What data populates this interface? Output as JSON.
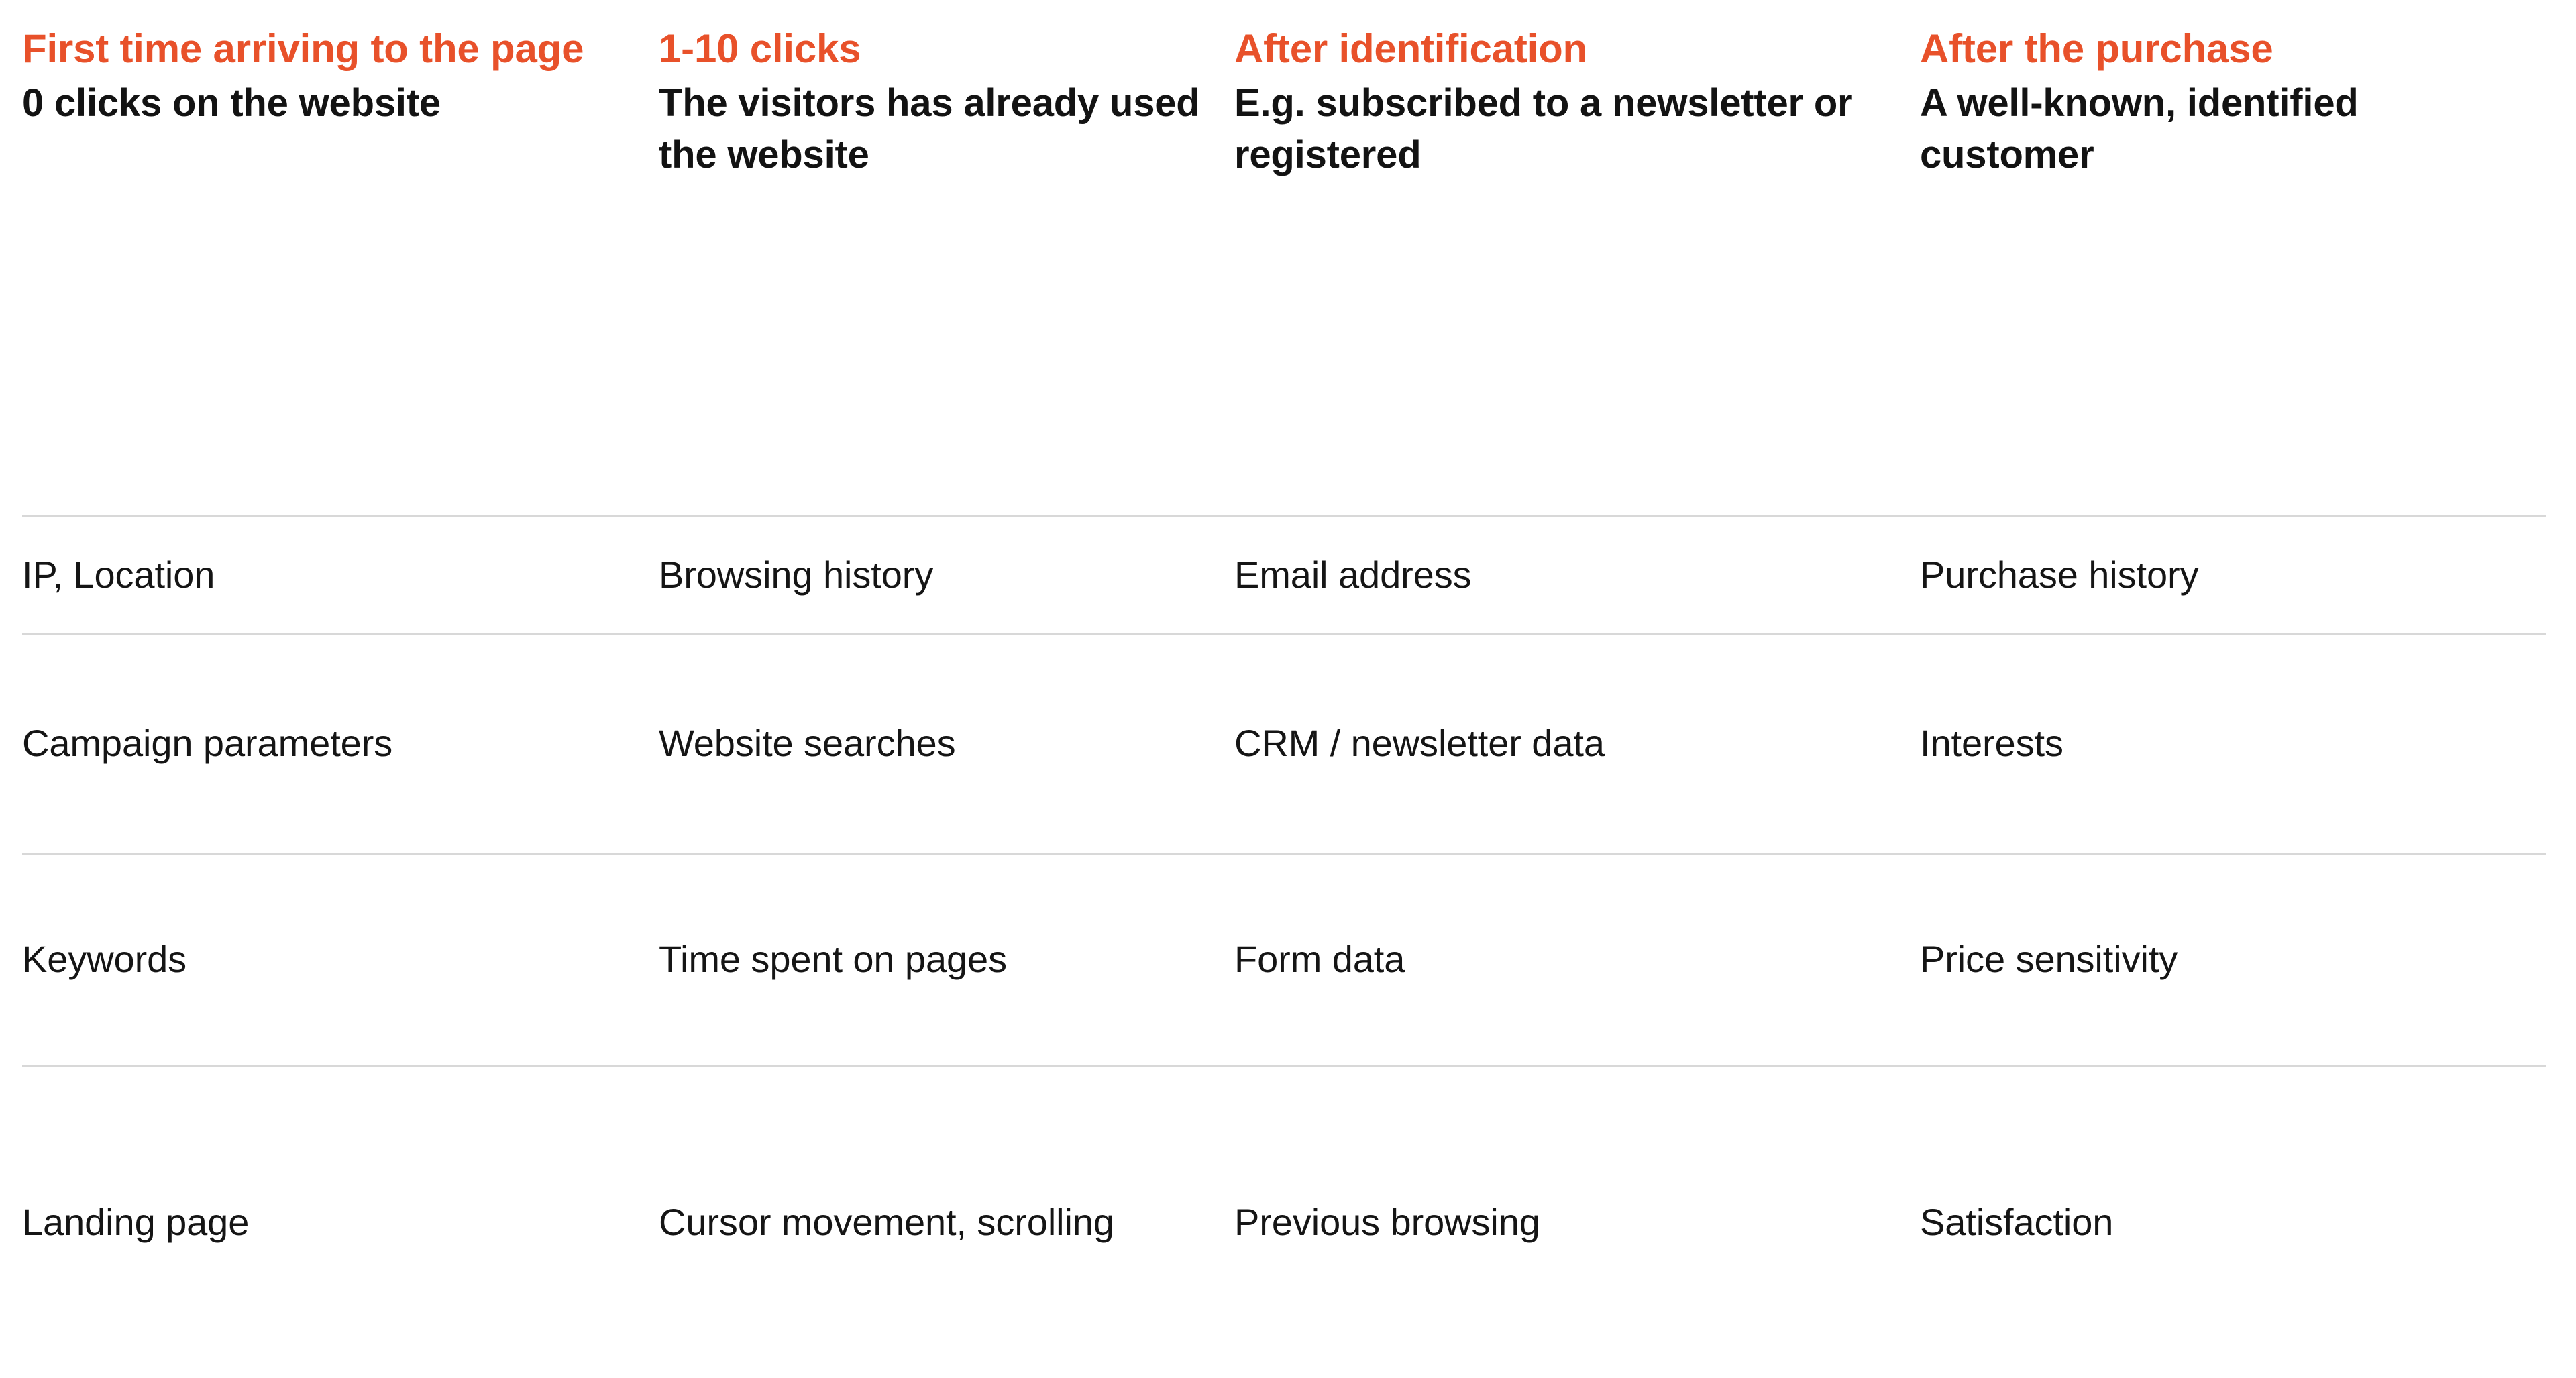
{
  "table": {
    "accent_color": "#E8512A",
    "text_color": "#151515",
    "rule_color": "#d8d8d8",
    "columns": [
      {
        "stage": "First time arriving to the page",
        "description": "0 clicks on the website"
      },
      {
        "stage": "1-10 clicks",
        "description": "The visitors has already used the website"
      },
      {
        "stage": "After identification",
        "description": "E.g. subscribed to a newsletter or registered"
      },
      {
        "stage": "After the purchase",
        "description": "A well-known, identified customer"
      }
    ],
    "rows": [
      [
        "IP, Location",
        "Browsing history",
        "Email address",
        "Purchase history"
      ],
      [
        "Campaign parameters",
        "Website searches",
        "CRM / newsletter data",
        "Interests"
      ],
      [
        "Keywords",
        "Time spent on pages",
        "Form data",
        "Price sensitivity"
      ],
      [
        "Landing page",
        "Cursor movement, scrolling",
        "Previous browsing",
        "Satisfaction"
      ]
    ]
  }
}
